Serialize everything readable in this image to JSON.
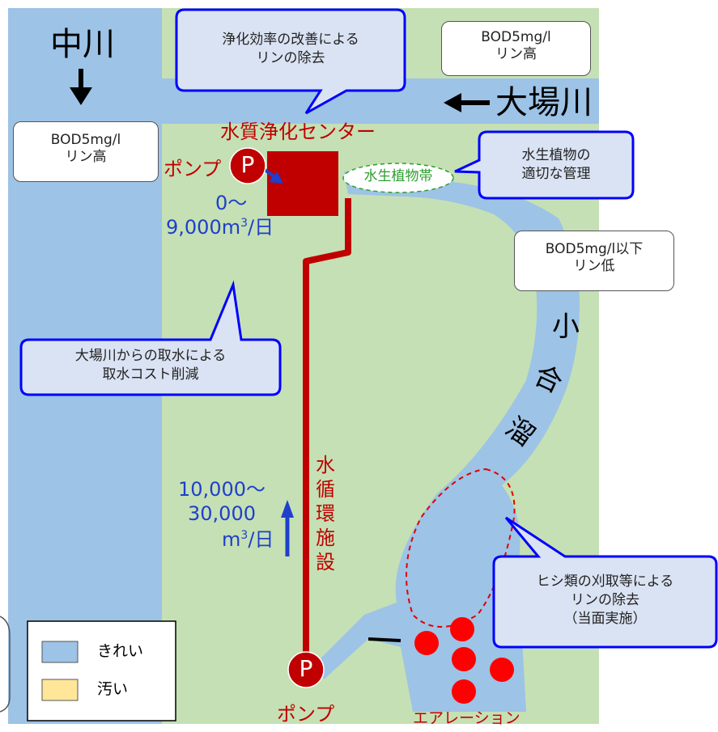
{
  "rivers": {
    "nakagawa": "中川",
    "obagawa": "大場川",
    "koaitame": [
      "小",
      "合",
      "溜"
    ]
  },
  "facility": {
    "center_label": "水質浄化センター",
    "pump_top_label": "ポンプ",
    "pump_symbol": "P",
    "pump_top_flow_line1": "0～",
    "pump_top_flow_line2": "9,000m",
    "pump_top_flow_sup": "3",
    "pump_top_flow_unit": "/日",
    "plants_label": "水生植物帯",
    "circulation_label": [
      "水",
      "循",
      "環",
      "施",
      "設"
    ],
    "circ_flow_line1": "10,000～",
    "circ_flow_line2": "30,000",
    "circ_flow_line3": "m",
    "circ_flow_sup": "3",
    "circ_flow_unit": "/日",
    "pump_bottom_label": "ポンプ",
    "aeration_label": "エアレーション"
  },
  "quality_boxes": {
    "top_right": [
      "BOD5mg/l",
      "リン高"
    ],
    "left": [
      "BOD5mg/l",
      "リン高"
    ],
    "right": [
      "BOD5mg/l以下",
      "リン低"
    ]
  },
  "callouts": {
    "top": [
      "浄化効率の改善による",
      "リンの除去"
    ],
    "plants": [
      "水生植物の",
      "適切な管理"
    ],
    "intake": [
      "大場川からの取水による",
      "取水コスト削減"
    ],
    "hishi": [
      "ヒシ類の刈取等による",
      "リンの除去",
      "（当面実施）"
    ]
  },
  "legend": {
    "items": [
      {
        "label": "きれい",
        "color": "#9dc3e6"
      },
      {
        "label": "汚い",
        "color": "#ffe699"
      }
    ]
  },
  "colors": {
    "water": "#9dc3e6",
    "land": "#c5e0b4",
    "facility": "#c00000",
    "callout_fill": "#dae3f3",
    "callout_border": "#0000ff",
    "flow_text": "#1f3fcc"
  }
}
